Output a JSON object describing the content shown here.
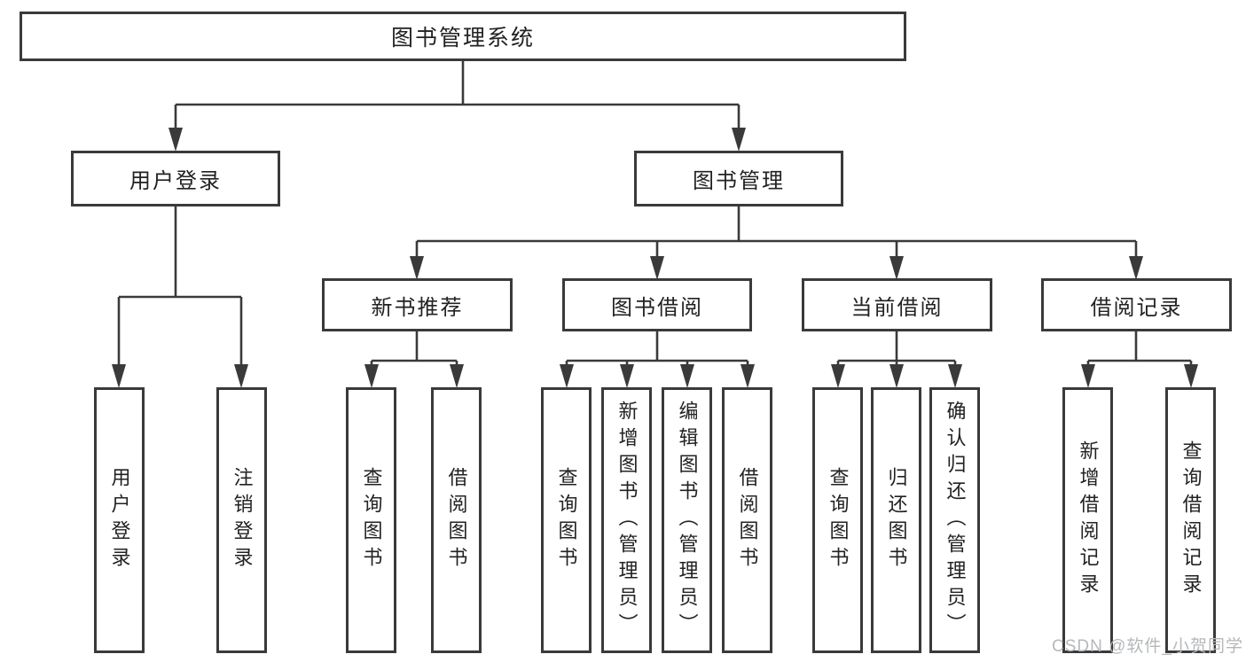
{
  "diagram": {
    "title": "图书管理系统",
    "root": {
      "label": "图书管理系统"
    },
    "level2": [
      {
        "label": "用户登录"
      },
      {
        "label": "图书管理"
      }
    ],
    "level3": [
      {
        "label": "新书推荐"
      },
      {
        "label": "图书借阅"
      },
      {
        "label": "当前借阅"
      },
      {
        "label": "借阅记录"
      }
    ],
    "leaves": {
      "user": [
        {
          "label": "用户登录"
        },
        {
          "label": "注销登录"
        }
      ],
      "recommend": [
        {
          "label": "查询图书"
        },
        {
          "label": "借阅图书"
        }
      ],
      "borrow": [
        {
          "label": "查询图书"
        },
        {
          "label": "新增图书（管理员）"
        },
        {
          "label": "编辑图书（管理员）"
        },
        {
          "label": "借阅图书"
        }
      ],
      "current": [
        {
          "label": "查询图书"
        },
        {
          "label": "归还图书"
        },
        {
          "label": "确认归还（管理员）"
        }
      ],
      "records": [
        {
          "label": "新增借阅记录"
        },
        {
          "label": "查询借阅记录"
        }
      ]
    }
  },
  "watermark": {
    "text": "CSDN @软件_小贺同学"
  },
  "colors": {
    "line": "#3a3a3a",
    "box_border": "#3a3a3a",
    "text": "#222222",
    "background": "#ffffff",
    "watermark": "#b5b8bb"
  }
}
